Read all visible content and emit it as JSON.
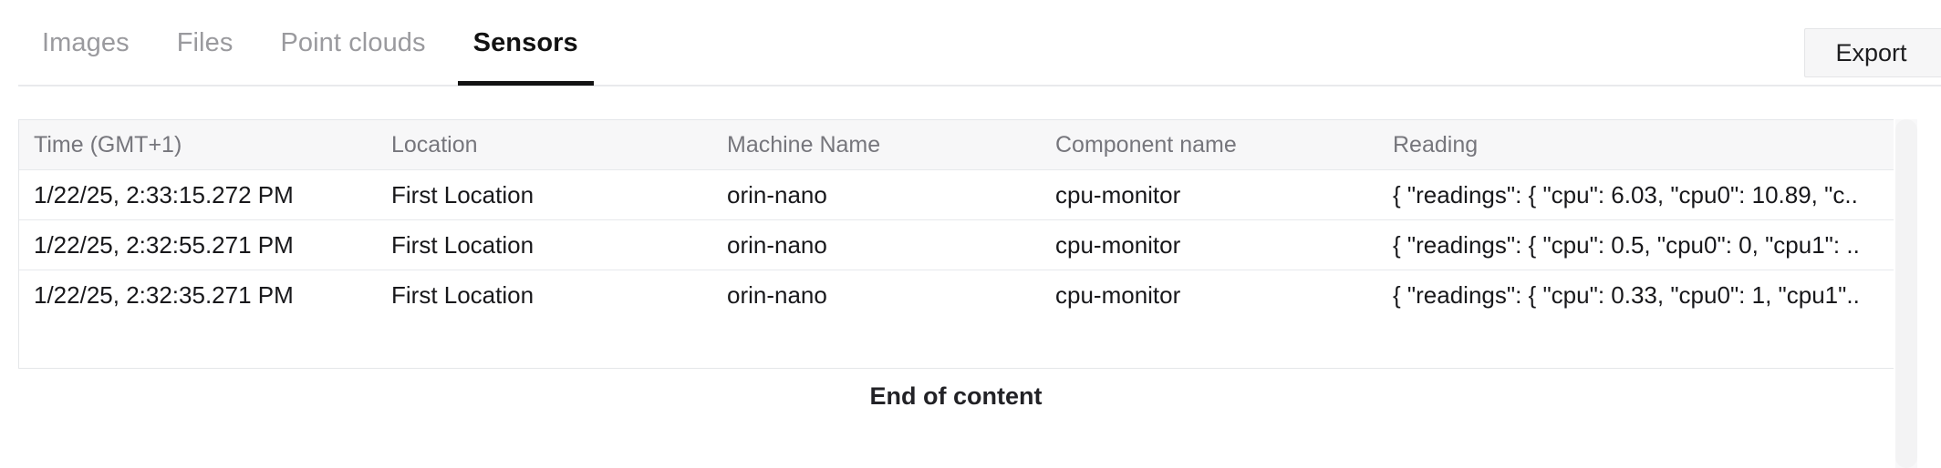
{
  "tabs": [
    {
      "label": "Images",
      "active": false
    },
    {
      "label": "Files",
      "active": false
    },
    {
      "label": "Point clouds",
      "active": false
    },
    {
      "label": "Sensors",
      "active": true
    }
  ],
  "toolbar": {
    "export_label": "Export"
  },
  "table": {
    "columns": [
      "Time (GMT+1)",
      "Location",
      "Machine Name",
      "Component name",
      "Reading"
    ],
    "rows": [
      {
        "time": "1/22/25, 2:33:15.272 PM",
        "location": "First Location",
        "machine_name": "orin-nano",
        "component_name": "cpu-monitor",
        "reading": "{ \"readings\": { \"cpu\": 6.03, \"cpu0\": 10.89, \"c.."
      },
      {
        "time": "1/22/25, 2:32:55.271 PM",
        "location": "First Location",
        "machine_name": "orin-nano",
        "component_name": "cpu-monitor",
        "reading": "{ \"readings\": { \"cpu\": 0.5, \"cpu0\": 0, \"cpu1\": .."
      },
      {
        "time": "1/22/25, 2:32:35.271 PM",
        "location": "First Location",
        "machine_name": "orin-nano",
        "component_name": "cpu-monitor",
        "reading": "{ \"readings\": { \"cpu\": 0.33, \"cpu0\": 1, \"cpu1\".."
      }
    ]
  },
  "footer": {
    "end_of_content": "End of content"
  },
  "colors": {
    "tab_active_underline": "#131313",
    "tab_inactive_text": "#9a9a9e",
    "header_background": "#f7f7f8",
    "border": "#e4e6e9",
    "text": "#18181b"
  }
}
